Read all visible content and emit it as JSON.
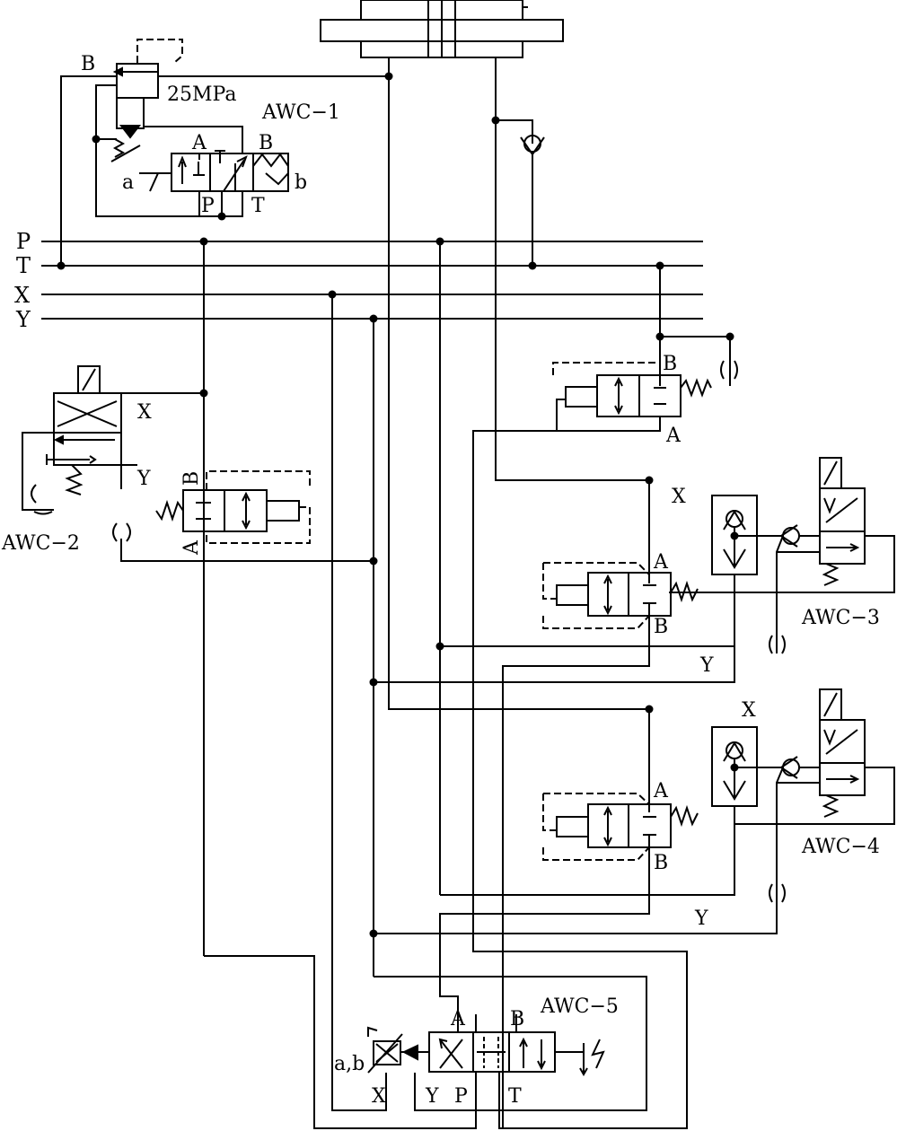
{
  "bus_labels": {
    "p": "P",
    "t": "T",
    "x": "X",
    "y": "Y"
  },
  "awc1": {
    "name": "AWC−1",
    "pressure": "25MPa",
    "port_b_relief": "B",
    "port_a": "A",
    "port_b": "B",
    "port_p": "P",
    "port_t": "T",
    "sol_a": "a",
    "sol_b": "b"
  },
  "awc2": {
    "name": "AWC−2",
    "port_x": "X",
    "port_y": "Y",
    "port_b": "B",
    "port_a": "A"
  },
  "awc3": {
    "name": "AWC−3",
    "port_x": "X",
    "port_y": "Y",
    "port_a": "A",
    "port_b": "B"
  },
  "awc4": {
    "name": "AWC−4",
    "port_x": "X",
    "port_y": "Y",
    "port_a": "A",
    "port_b": "B"
  },
  "awc5": {
    "name": "AWC−5",
    "port_a": "A",
    "port_b": "B",
    "port_x": "X",
    "port_y": "Y",
    "port_p": "P",
    "port_t": "T",
    "solenoid_ab": "a,b"
  },
  "top_valve": {
    "port_b": "B",
    "port_a": "A"
  }
}
